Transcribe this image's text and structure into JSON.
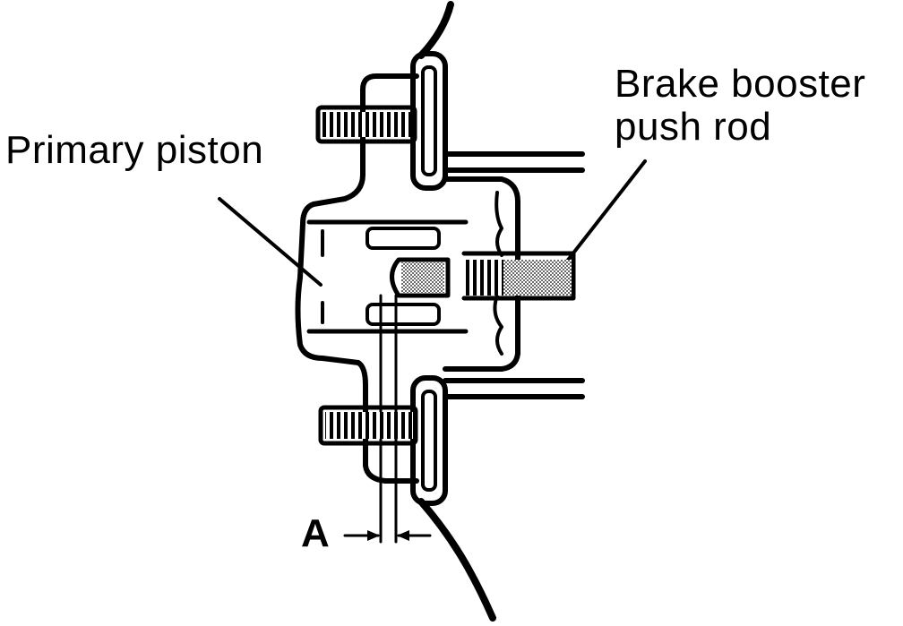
{
  "labels": {
    "primary_piston": "Primary piston",
    "booster_line1": "Brake booster",
    "booster_line2": "push rod",
    "dimension": "A"
  },
  "colors": {
    "ink": "#000000",
    "paper": "#ffffff"
  }
}
